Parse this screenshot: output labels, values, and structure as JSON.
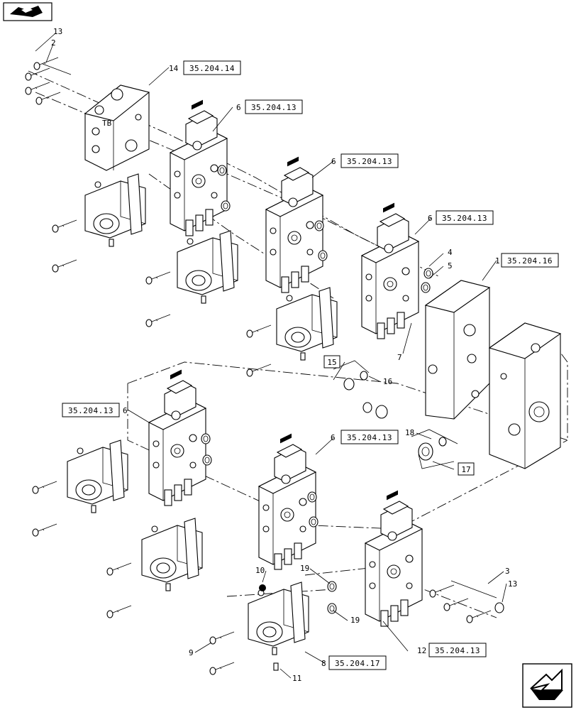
{
  "nav": {
    "back_icon": "back-page-icon",
    "next_icon": "next-page-icon"
  },
  "labels": [
    {
      "id": "l13a",
      "text": "13"
    },
    {
      "id": "l2",
      "text": "2"
    },
    {
      "id": "l14",
      "text": "14"
    },
    {
      "id": "l6a",
      "text": "6"
    },
    {
      "id": "l6b",
      "text": "6"
    },
    {
      "id": "l6c",
      "text": "6"
    },
    {
      "id": "l4",
      "text": "4"
    },
    {
      "id": "l5",
      "text": "5"
    },
    {
      "id": "l1",
      "text": "1"
    },
    {
      "id": "l7",
      "text": "7"
    },
    {
      "id": "l15",
      "text": "15"
    },
    {
      "id": "l16",
      "text": "16"
    },
    {
      "id": "l6d",
      "text": "6"
    },
    {
      "id": "l6e",
      "text": "6"
    },
    {
      "id": "l18",
      "text": "18"
    },
    {
      "id": "l17",
      "text": "17"
    },
    {
      "id": "l10",
      "text": "10"
    },
    {
      "id": "l19a",
      "text": "19"
    },
    {
      "id": "l19b",
      "text": "19"
    },
    {
      "id": "l3",
      "text": "3"
    },
    {
      "id": "l13b",
      "text": "13"
    },
    {
      "id": "l9",
      "text": "9"
    },
    {
      "id": "l8",
      "text": "8"
    },
    {
      "id": "l11",
      "text": "11"
    },
    {
      "id": "l12",
      "text": "12"
    }
  ],
  "refs": [
    {
      "id": "r1",
      "text": "35.204.14"
    },
    {
      "id": "r2",
      "text": "35.204.13"
    },
    {
      "id": "r3",
      "text": "35.204.13"
    },
    {
      "id": "r4",
      "text": "35.204.13"
    },
    {
      "id": "r5",
      "text": "35.204.16"
    },
    {
      "id": "r6",
      "text": "35.204.13"
    },
    {
      "id": "r7",
      "text": "35.204.13"
    },
    {
      "id": "r8",
      "text": "35.204.17"
    },
    {
      "id": "r9",
      "text": "35.204.13"
    }
  ]
}
